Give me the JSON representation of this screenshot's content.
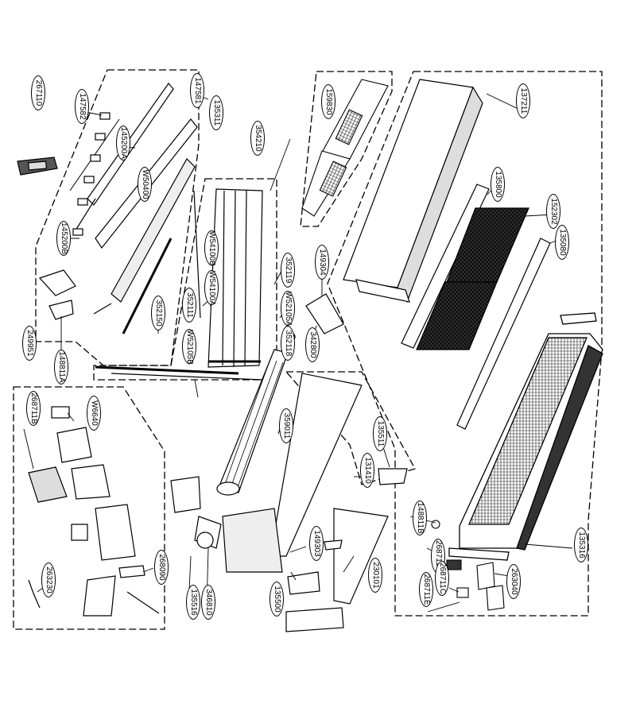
{
  "diagram": {
    "part_labels": [
      "267110",
      "147582",
      "147581",
      "135311",
      "145200A",
      "W50400",
      "145200B",
      "148811A",
      "352150",
      "354210",
      "W54100B",
      "W54100A",
      "352111",
      "W52105B",
      "352119",
      "W52105A",
      "352118",
      "159830",
      "149304",
      "342800",
      "135800",
      "152302",
      "135080",
      "137211",
      "249951",
      "268711B",
      "W6640",
      "359011",
      "135511",
      "131410",
      "148811B",
      "263230",
      "268090",
      "135516",
      "346810",
      "149303",
      "135500",
      "230101",
      "268711D",
      "268711C",
      "268711E",
      "263040",
      "135316"
    ],
    "colors": {
      "line": "#000000",
      "background": "#ffffff",
      "filter_mesh": "#111111"
    }
  }
}
